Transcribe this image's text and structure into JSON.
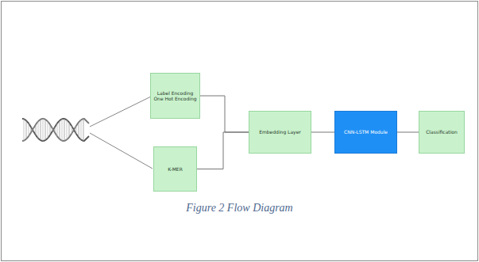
{
  "diagram": {
    "caption": "Figure 2 Flow Diagram",
    "nodes": [
      {
        "text": [
          "Label Encoding",
          "One Hot Encoding"
        ]
      },
      {
        "text": [
          "K-MER"
        ]
      },
      {
        "text": [
          "Embedding Layer"
        ]
      },
      {
        "text": [
          "CNN-LSTM Module"
        ]
      },
      {
        "text": [
          "Classification"
        ]
      }
    ],
    "edges": [
      {
        "from": 0,
        "to": 2,
        "arrow": "none"
      },
      {
        "from": 1,
        "to": 2,
        "arrow": "none"
      },
      {
        "from": 2,
        "to": 3,
        "arrow": "none"
      },
      {
        "from": 3,
        "to": 4,
        "arrow": "none"
      }
    ]
  }
}
